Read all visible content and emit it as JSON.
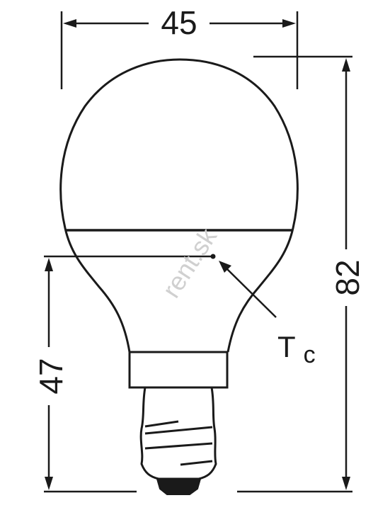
{
  "dimensions": {
    "width": "45",
    "height_total": "82",
    "height_to_tc": "47"
  },
  "labels": {
    "tc_main": "T",
    "tc_sub": "c"
  },
  "watermark": "rent.sk",
  "colors": {
    "stroke": "#1a1a1a",
    "background": "#ffffff",
    "watermark": "#d0d0d0"
  }
}
